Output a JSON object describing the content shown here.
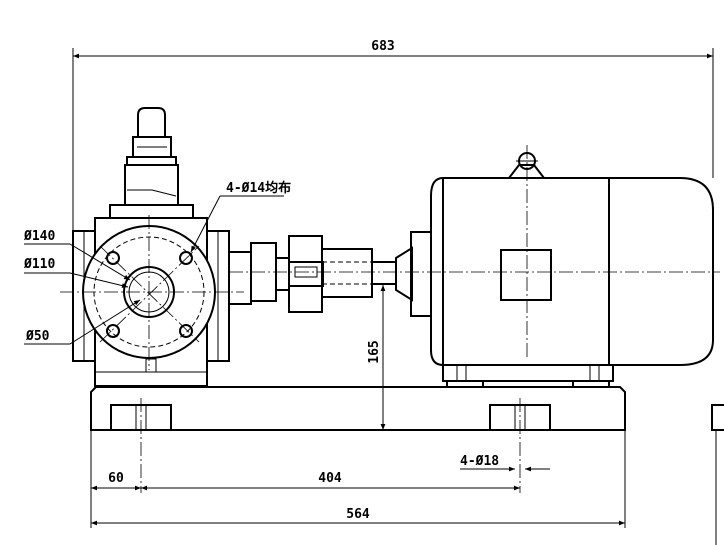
{
  "dimensions": {
    "overall_length": "683",
    "pump_offset": "60",
    "mount_distance": "404",
    "base_length": "564",
    "center_height": "165",
    "mount_holes": "4-Ø18"
  },
  "labels": {
    "flange_holes": "4-Ø14均布",
    "flange_outer": "Ø140",
    "bolt_circle": "Ø110",
    "bore": "Ø50"
  }
}
